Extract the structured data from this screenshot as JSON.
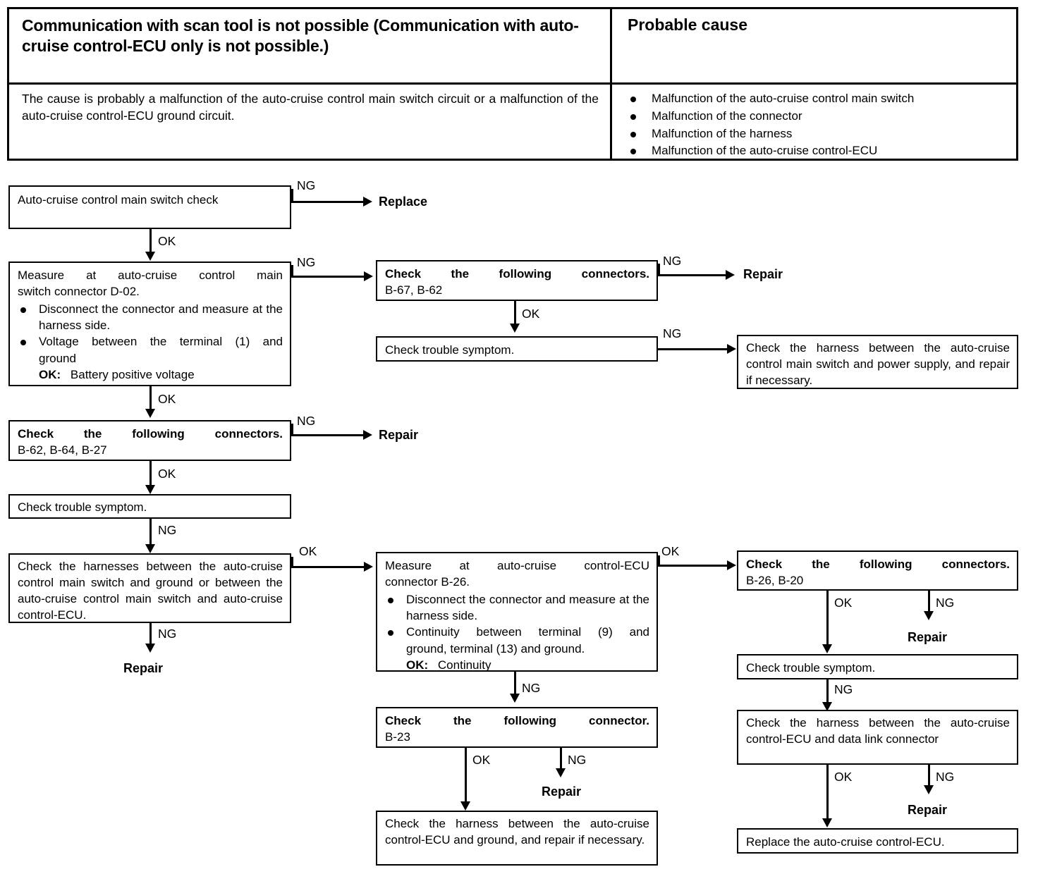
{
  "table": {
    "symptom_title": "Communication with scan tool is not possible (Communication with auto-cruise control-ECU only is not possible.)",
    "cause_title": "Probable cause",
    "symptom_body": "The cause is probably a malfunction of the auto-cruise control main switch circuit or a malfunction of the auto-cruise control-ECU ground circuit.",
    "causes": [
      "Malfunction of the auto-cruise control main switch",
      "Malfunction of the connector",
      "Malfunction of the harness",
      "Malfunction of the auto-cruise control-ECU"
    ]
  },
  "labels": {
    "ok": "OK",
    "ng": "NG",
    "repair": "Repair",
    "replace": "Replace"
  },
  "boxes": {
    "main_switch_check": "Auto-cruise control main switch check",
    "measure_d02": {
      "line1": "Measure at auto-cruise control main",
      "line2": "switch connector D-02.",
      "bullet1": "Disconnect the connector and measure at the harness side.",
      "bullet2_a": "Voltage between the terminal (1) and",
      "bullet2_b": "ground",
      "ok_prefix": "OK:",
      "ok_value": "Battery positive voltage"
    },
    "conn_b67_b62": {
      "title": "Check the following connectors.",
      "list": "B-67, B-62"
    },
    "trouble_symptom_mid": "Check trouble symptom.",
    "harness_mainsw_power": "Check the harness between the auto-cruise control main switch and power supply, and repair if necessary.",
    "conn_b62_b64_b27": {
      "title": "Check the following connectors.",
      "list": "B-62, B-64, B-27"
    },
    "trouble_symptom_left": "Check trouble symptom.",
    "harnesses_mainsw_ground": "Check the harnesses between the auto-cruise control main switch and ground or between the auto-cruise control main switch and auto-cruise control-ECU.",
    "measure_b26": {
      "line1": "Measure at auto-cruise control-ECU",
      "line2": "connector B-26.",
      "bullet1": "Disconnect the connector and measure at the harness side.",
      "bullet2_a": "Continuity between terminal (9) and",
      "bullet2_b": "ground, terminal (13) and ground.",
      "ok_prefix": "OK:",
      "ok_value": "Continuity"
    },
    "conn_b23": {
      "title": "Check the following connector.",
      "list": "B-23"
    },
    "harness_ecu_ground": "Check the harness between the auto-cruise control-ECU and ground, and repair if necessary.",
    "conn_b26_b20": {
      "title": "Check the following connectors.",
      "list": "B-26, B-20"
    },
    "trouble_symptom_right": "Check trouble symptom.",
    "harness_ecu_dlc": "Check the harness between the auto-cruise control-ECU and data link connector",
    "replace_ecu": "Replace the auto-cruise control-ECU."
  }
}
